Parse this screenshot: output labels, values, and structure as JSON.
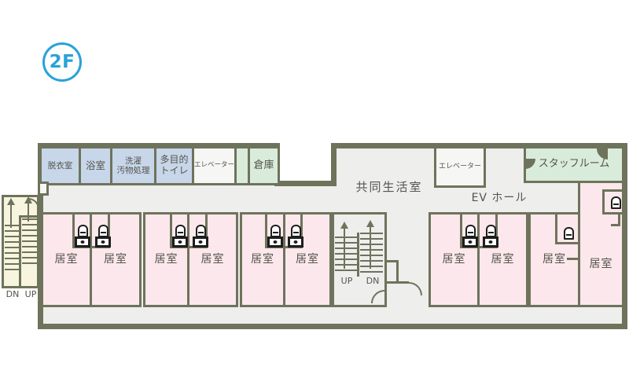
{
  "badge": {
    "label": "2F"
  },
  "rooms": {
    "dressing": "脱衣室",
    "bath": "浴室",
    "laundry_l1": "洗濯",
    "laundry_l2": "汚物処理",
    "multipurpose_l1": "多目的",
    "multipurpose_l2": "トイレ",
    "elevator": "エレベーター",
    "storage": "倉庫",
    "staff": "スタッフルーム",
    "living": "居室",
    "common_living": "共同生活室",
    "ev_hall": "EV ホール"
  },
  "stairs": {
    "up": "UP",
    "dn": "DN"
  },
  "colors": {
    "wall": "#6e735c",
    "room_pink": "#fce8ec",
    "room_blue": "#c7d6e9",
    "room_green": "#d9ecdb",
    "floor_gray": "#eeeeec",
    "stairs_cream": "#f8f5df",
    "elevator_white": "#f6f6f4",
    "badge_blue": "#2aa2d8",
    "text_gray": "#55544c",
    "toilet_outline": "#1e1e1e"
  }
}
